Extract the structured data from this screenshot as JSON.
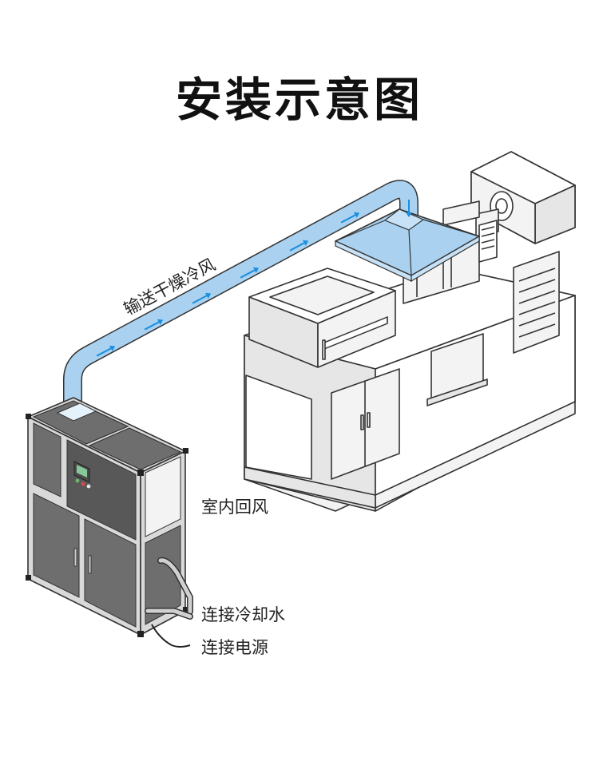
{
  "title": "安装示意图",
  "labels": {
    "supply_air": "输送干燥冷风",
    "return_air": "室内回风",
    "cooling_water": "连接冷却水",
    "power": "连接电源"
  },
  "colors": {
    "duct": "#aad2f0",
    "arrow": "#1b8fe0",
    "unit_panel": "#6e6e6e",
    "outline": "#333333"
  }
}
